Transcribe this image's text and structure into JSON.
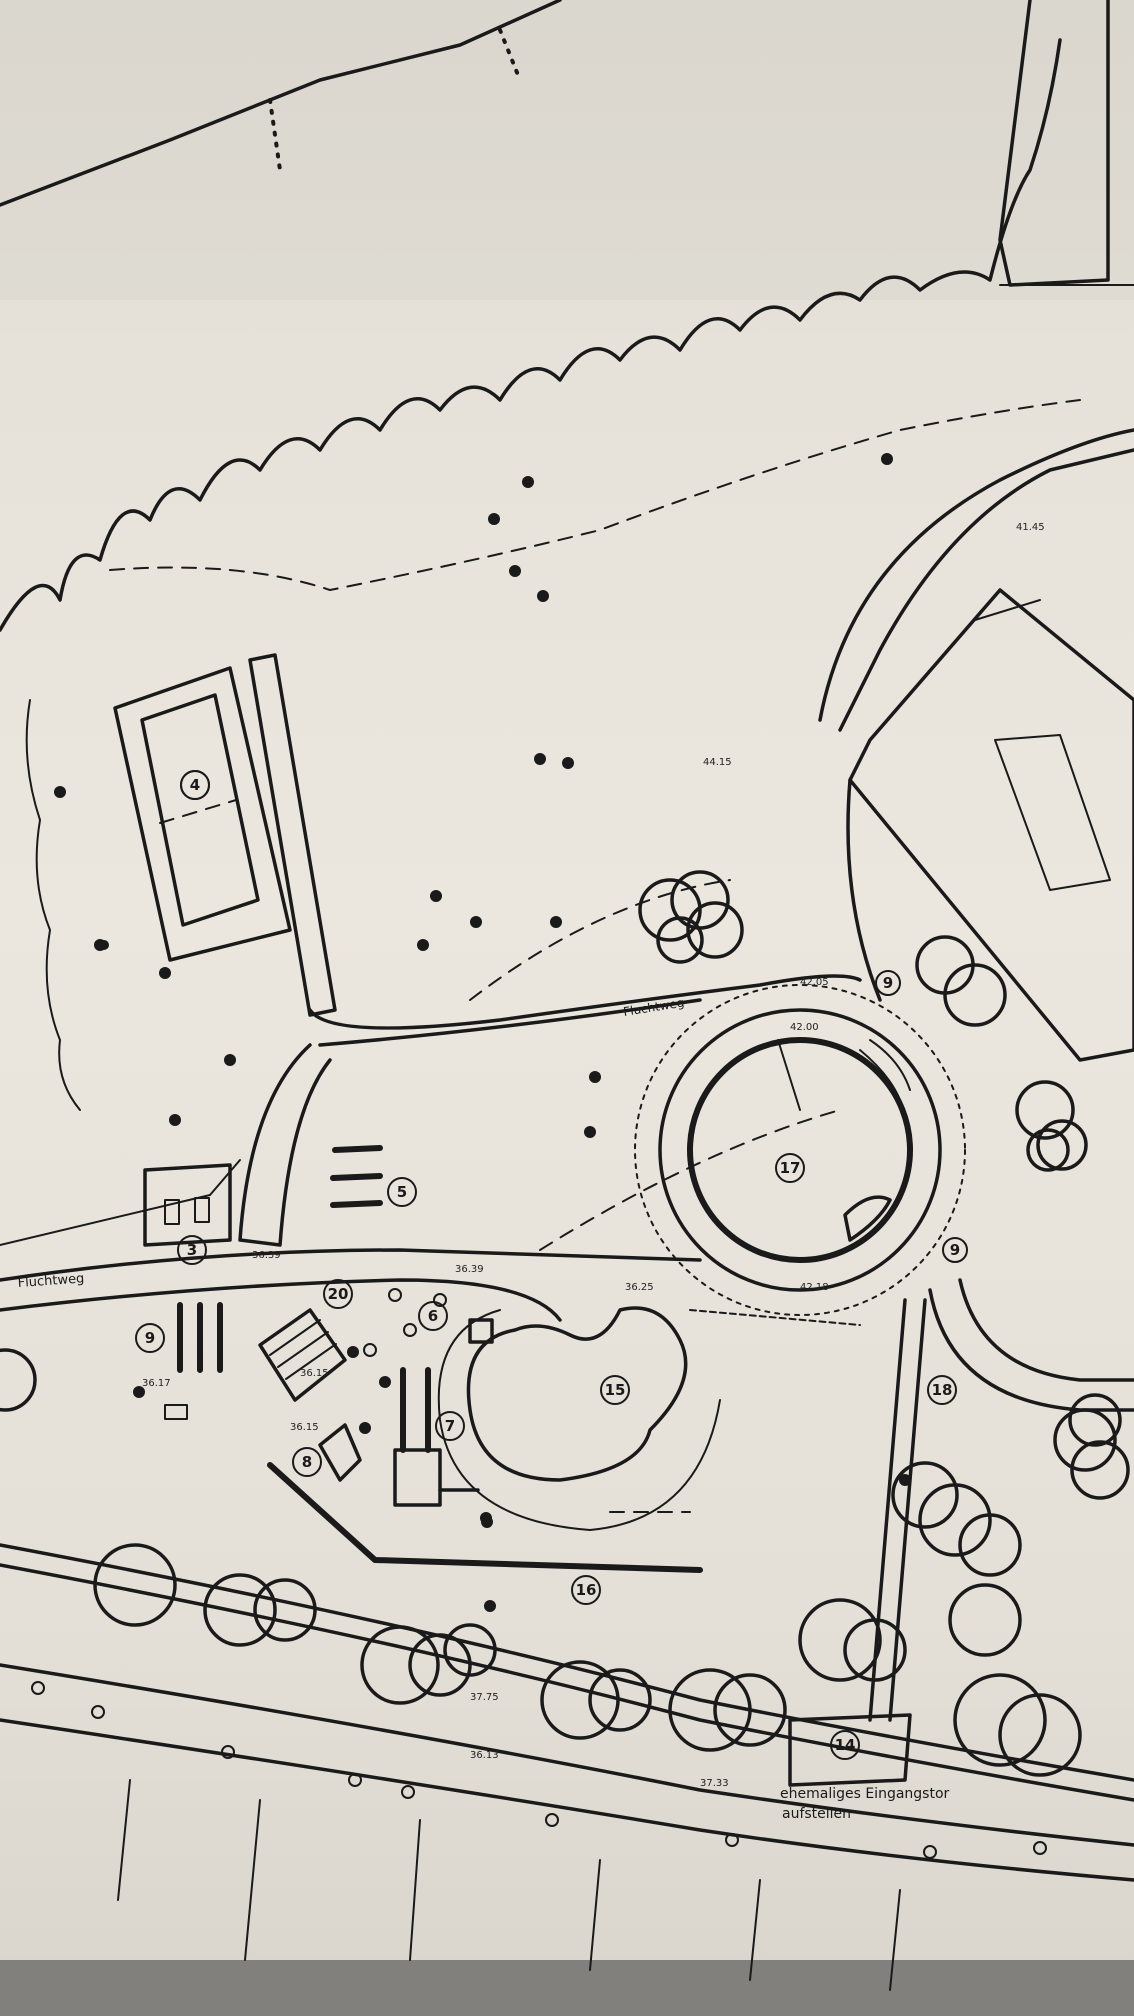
{
  "labels": {
    "path_left": "Fluchtweg",
    "path_center": "Fluchtweg",
    "gate_line1": "ehemaliges Eingangstor",
    "gate_line2": "aufstellen"
  },
  "facility_numbers": [
    {
      "id": "court",
      "text": "4"
    },
    {
      "id": "pool-round",
      "text": "17"
    },
    {
      "id": "benches",
      "text": "5"
    },
    {
      "id": "hut",
      "text": "3"
    },
    {
      "id": "bars",
      "text": "9"
    },
    {
      "id": "play-1",
      "text": "6"
    },
    {
      "id": "play-2",
      "text": "7"
    },
    {
      "id": "play-3",
      "text": "8"
    },
    {
      "id": "play-4",
      "text": "20"
    },
    {
      "id": "kidney-pool",
      "text": "15"
    },
    {
      "id": "south-marker",
      "text": "16"
    },
    {
      "id": "entrance",
      "text": "14"
    },
    {
      "id": "gate-marker",
      "text": "18"
    },
    {
      "id": "ring-north",
      "text": "9"
    },
    {
      "id": "ring-east",
      "text": "9"
    }
  ],
  "elevations": [
    {
      "id": "e1",
      "text": "36.15"
    },
    {
      "id": "e2",
      "text": "36.39"
    },
    {
      "id": "e3",
      "text": "36.39"
    },
    {
      "id": "e4",
      "text": "36.25"
    },
    {
      "id": "e5",
      "text": "36.17"
    },
    {
      "id": "e6",
      "text": "36.15"
    },
    {
      "id": "e7",
      "text": "37.33"
    },
    {
      "id": "e8",
      "text": "36.13"
    },
    {
      "id": "e9",
      "text": "37.75"
    },
    {
      "id": "e10",
      "text": "42.00"
    },
    {
      "id": "e11",
      "text": "42.05"
    },
    {
      "id": "e12",
      "text": "42.18"
    },
    {
      "id": "e13",
      "text": "44.15"
    },
    {
      "id": "e14",
      "text": "41.45"
    }
  ],
  "colors": {
    "ink": "#1a1a1a",
    "paper": "#e8e4dc"
  }
}
